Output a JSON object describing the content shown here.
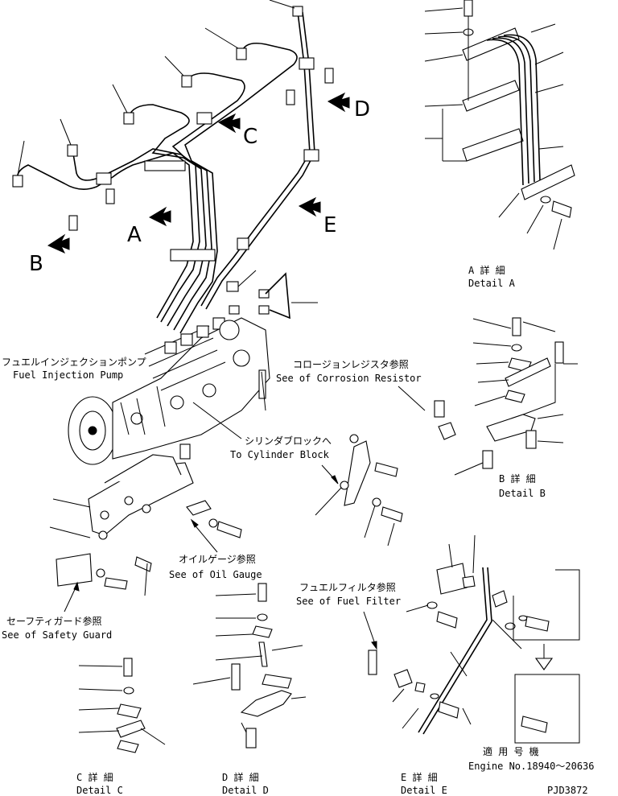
{
  "views": {
    "A": "A",
    "B": "B",
    "C": "C",
    "D": "D",
    "E": "E"
  },
  "labels": {
    "fuel_pump_jp": "フュエルインジェクションポンプ",
    "fuel_pump_en": "Fuel Injection Pump",
    "corrosion_jp": "コロージョンレジスタ参照",
    "corrosion_en": "See of Corrosion Resistor",
    "cylinder_jp": "シリンダブロックへ",
    "cylinder_en": "To Cylinder Block",
    "oil_gauge_jp": "オイルゲージ参照",
    "oil_gauge_en": "See of Oil Gauge",
    "fuel_filter_jp": "フュエルフィルタ参照",
    "fuel_filter_en": "See of Fuel Filter",
    "safety_jp": "セーフティガード参照",
    "safety_en": "See of Safety Guard"
  },
  "details": {
    "a_jp": "A 詳 細",
    "a_en": "Detail A",
    "b_jp": "B 詳 細",
    "b_en": "Detail B",
    "c_jp": "C 詳 細",
    "c_en": "Detail C",
    "d_jp": "D 詳 細",
    "d_en": "Detail D",
    "e_jp": "E 詳 細",
    "e_en": "Detail E"
  },
  "applicable": {
    "jp": "適 用 号 機",
    "en": "Engine No.18940～20636"
  },
  "drawing_code": "PJD3872"
}
